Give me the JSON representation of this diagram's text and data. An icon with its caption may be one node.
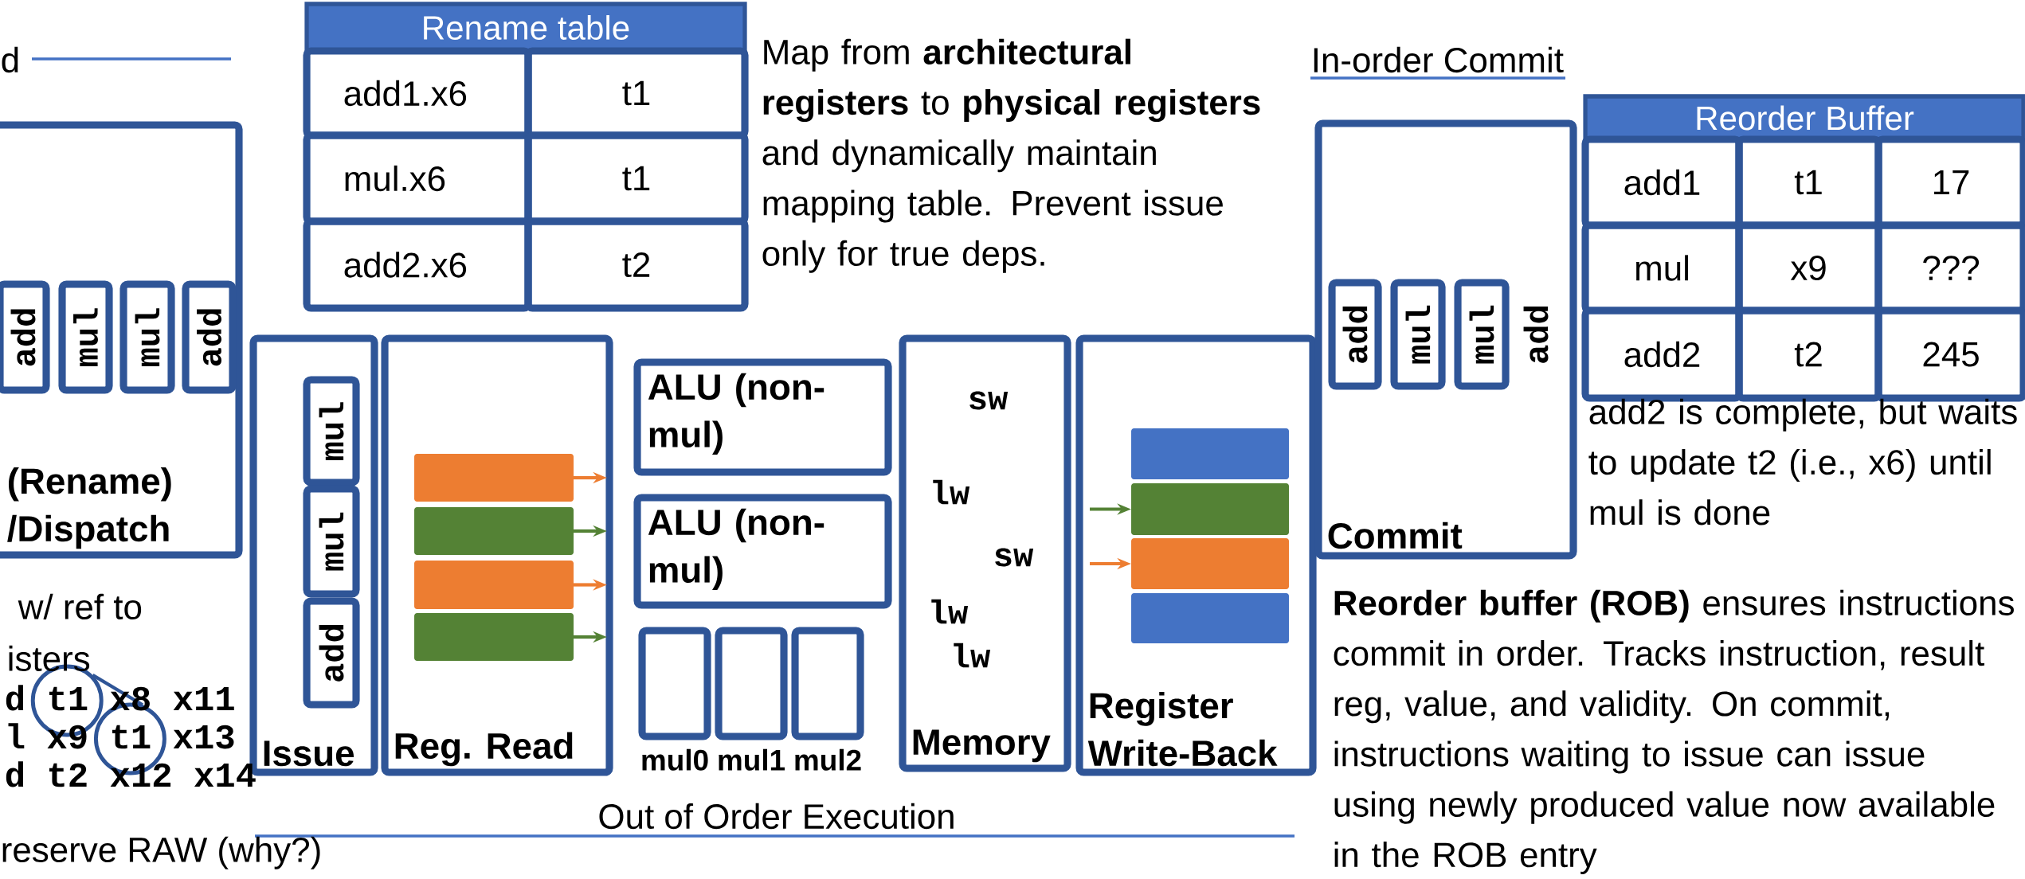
{
  "diagram": {
    "nodes": [
      {
        "text": [
          "(Rename) /Dispatch"
        ]
      },
      {
        "text": [
          "add"
        ],
        "in": 0
      },
      {
        "text": [
          "mul"
        ],
        "in": 0
      },
      {
        "text": [
          "mul"
        ],
        "in": 0
      },
      {
        "text": [
          "add"
        ],
        "in": 0
      },
      {
        "text": [
          "Rename table"
        ]
      },
      {
        "text": [
          "add1.x6"
        ]
      },
      {
        "text": [
          "t1"
        ]
      },
      {
        "text": [
          "mul.x6"
        ]
      },
      {
        "text": [
          "t1"
        ]
      },
      {
        "text": [
          "add2.x6"
        ]
      },
      {
        "text": [
          "t2"
        ]
      },
      {
        "text": [
          "Issue"
        ]
      },
      {
        "text": [
          "mul"
        ],
        "in": 12
      },
      {
        "text": [
          "mul"
        ],
        "in": 12
      },
      {
        "text": [
          "add"
        ],
        "in": 12
      },
      {
        "text": [
          "Reg. Read"
        ]
      },
      {
        "text": [],
        "shape": "bar",
        "in": 16
      },
      {
        "text": [],
        "shape": "bar",
        "in": 16
      },
      {
        "text": [],
        "shape": "bar",
        "in": 16
      },
      {
        "text": [],
        "shape": "bar",
        "in": 16
      },
      {
        "text": [
          "ALU (non-mul)"
        ]
      },
      {
        "text": [
          "ALU (non-mul)"
        ]
      },
      {
        "text": [
          "mul0"
        ]
      },
      {
        "text": [
          "mul1"
        ]
      },
      {
        "text": [
          "mul2"
        ]
      },
      {
        "text": [
          "sw",
          "lw",
          "sw",
          "lw",
          "lw",
          "Memory"
        ]
      },
      {
        "text": [
          "Register Write-Back"
        ]
      },
      {
        "text": [],
        "shape": "bar",
        "in": 27
      },
      {
        "text": [],
        "shape": "bar",
        "in": 27
      },
      {
        "text": [],
        "shape": "bar",
        "in": 27
      },
      {
        "text": [],
        "shape": "bar",
        "in": 27
      },
      {
        "text": [
          "add",
          "Commit"
        ]
      },
      {
        "text": [
          "add"
        ],
        "in": 32
      },
      {
        "text": [
          "mul"
        ],
        "in": 32
      },
      {
        "text": [
          "mul"
        ],
        "in": 32
      },
      {
        "text": [
          "Reorder Buffer"
        ]
      },
      {
        "text": [
          "add1"
        ]
      },
      {
        "text": [
          "t1"
        ]
      },
      {
        "text": [
          "17"
        ]
      },
      {
        "text": [
          "mul"
        ]
      },
      {
        "text": [
          "x9"
        ]
      },
      {
        "text": [
          "???"
        ]
      },
      {
        "text": [
          "add2"
        ]
      },
      {
        "text": [
          "t2"
        ]
      },
      {
        "text": [
          "245"
        ]
      },
      {
        "text": [],
        "shape": "circle"
      },
      {
        "text": [],
        "shape": "circle"
      }
    ],
    "edges": [
      {
        "from": 46,
        "to": 47,
        "arrow": "none",
        "color": "#2f5597"
      },
      {
        "from": 17,
        "to": null,
        "arrow": "to",
        "color": "#ed7d31"
      },
      {
        "from": 18,
        "to": null,
        "arrow": "to",
        "color": "#548235"
      },
      {
        "from": 19,
        "to": null,
        "arrow": "to",
        "color": "#ed7d31"
      },
      {
        "from": 20,
        "to": null,
        "arrow": "to",
        "color": "#548235"
      },
      {
        "from": null,
        "to": 29,
        "arrow": "to",
        "color": "#548235"
      },
      {
        "from": null,
        "to": 30,
        "arrow": "to",
        "color": "#ed7d31"
      }
    ],
    "labels": [
      "d",
      "Map from **architectural registers** to **physical registers** and dynamically maintain mapping table.  Prevent issue only for true deps.",
      "In-order Commit",
      "add2 is complete, but waits to update t2 (i.e., x6) until mul is done",
      "w/ ref to",
      "isters",
      "d t1 x8 x11",
      "l x9 t1 x13",
      "d t2 x12 x14",
      "Out of Order Execution",
      "**Reorder buffer (ROB)** ensures instructions commit in order.  Tracks instruction, result reg, value, and validity. On commit, instructions waiting to issue can issue using newly produced value now available in the ROB entry",
      "reserve RAW (why?)"
    ]
  }
}
